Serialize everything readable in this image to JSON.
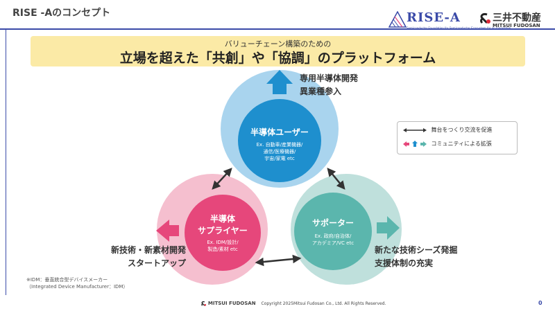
{
  "header": {
    "slide_title": "RISE -Aのコンセプト",
    "rise_logo_text": "RISE-A",
    "rise_logo_subtitle": "Semiconductor Foundation for Semiconductor Ecosystem for an Innovative",
    "company_name_jp": "三井不動産",
    "company_name_en": "MITSUI FUDOSAN"
  },
  "banner": {
    "subtitle": "バリューチェーン構築のための",
    "title": "立場を超えた「共創」や「協調」のプラットフォーム"
  },
  "circles": {
    "users": {
      "title": "半導体ユーザー",
      "desc": [
        "Ex. 自動車/産業機器/",
        "通信/医療機器/",
        "宇宙/家電 etc"
      ],
      "color": "#1e8fce"
    },
    "suppliers": {
      "title_line1": "半導体",
      "title_line2": "サプライヤー",
      "desc": [
        "Ex. IDM/設計/",
        "製造/素材 etc"
      ],
      "color": "#e6477b"
    },
    "supporters": {
      "title": "サポーター",
      "desc": [
        "Ex. 政府/自治体/",
        "アカデミア/VC etc"
      ],
      "color": "#5bb6ad"
    }
  },
  "captions": {
    "top": [
      "専用半導体開発",
      "異業種参入"
    ],
    "left": [
      "新技術・新素材開発",
      "スタートアップ"
    ],
    "right": [
      "新たな技術シーズ発掘",
      "支援体制の充実"
    ]
  },
  "legend": {
    "row1": "舞台をつくり交流を促進",
    "row2": "コミュニティによる拡張"
  },
  "footnote": [
    "※IDM：垂直統合型デバイスメーカー",
    "（Integrated Device Manufacturer：IDM）"
  ],
  "footer": {
    "brand": "MITSUI FUDOSAN",
    "copyright": "Copyright 2025Mitsui Fudosan Co., Ltd. All Rights Reserved.",
    "page_number": "0"
  }
}
